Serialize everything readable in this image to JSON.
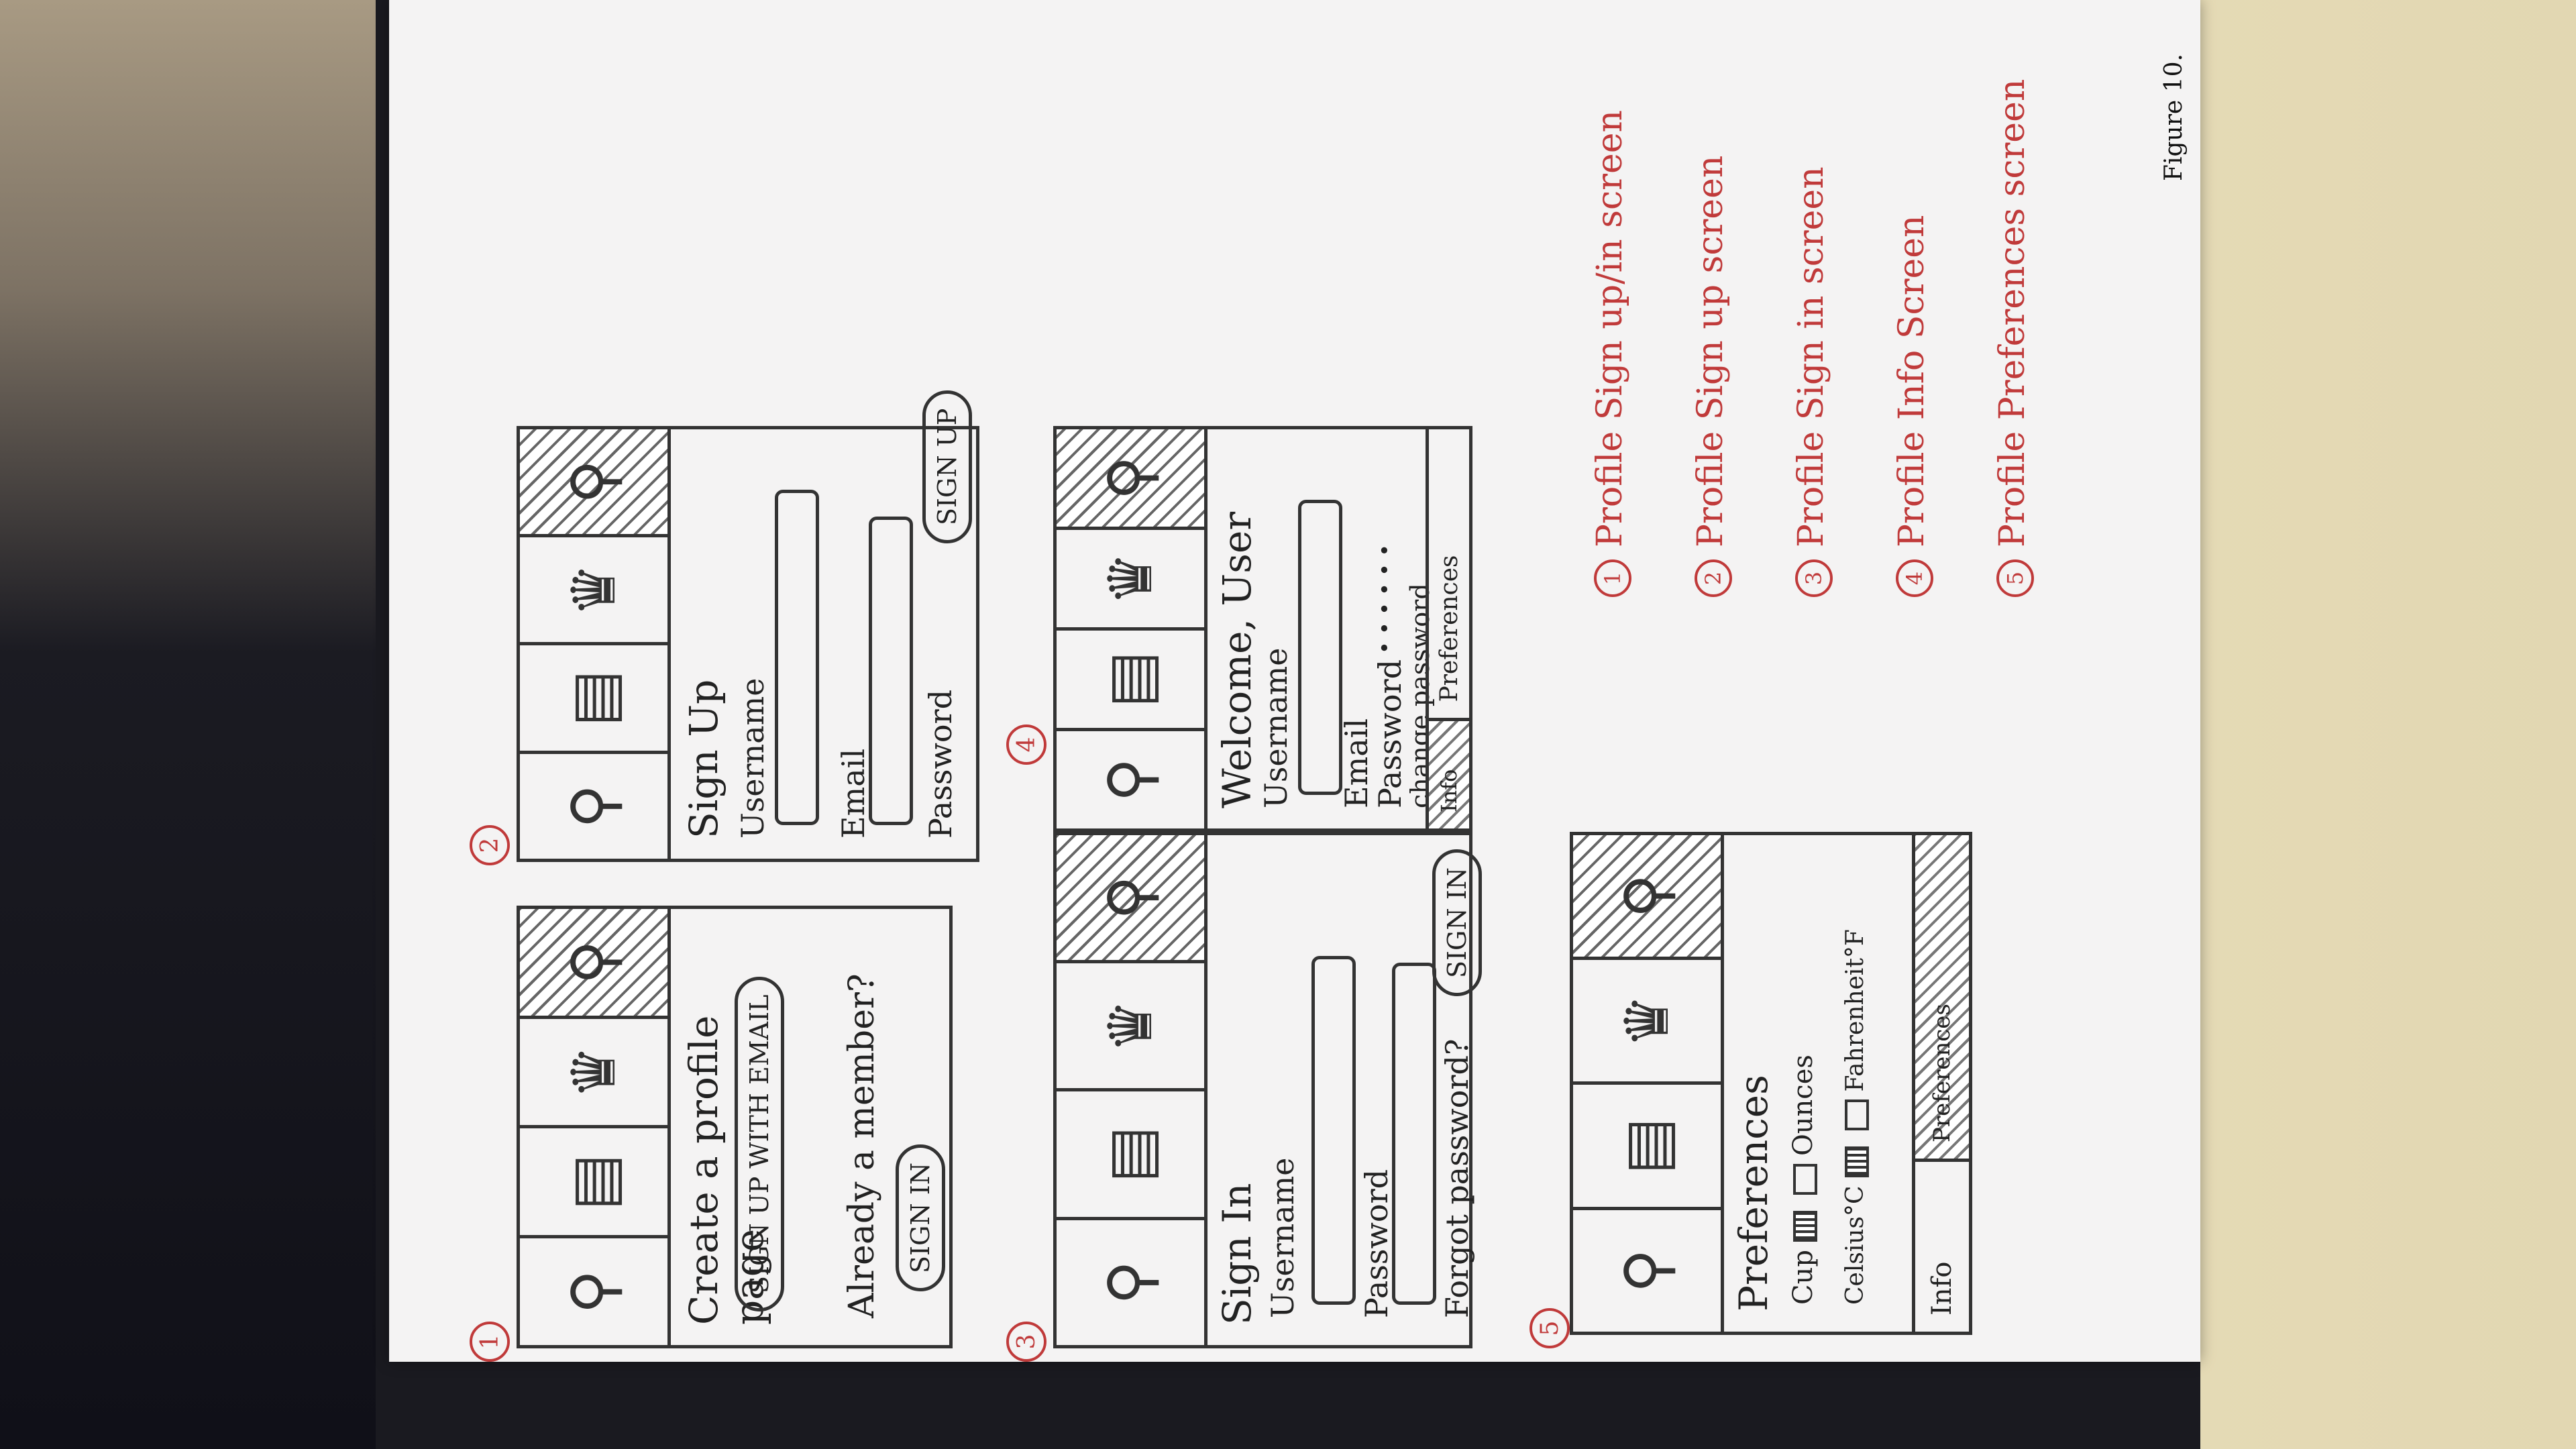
{
  "tabs": {
    "search": "⚲",
    "book": "▤",
    "chef": "♛",
    "profile": "⚲"
  },
  "screen1": {
    "number": "1",
    "title": "Create a profile page",
    "signup_button": "SIGN UP WITH EMAIL",
    "already_text": "Already a member?",
    "signin_button": "SIGN IN"
  },
  "screen2": {
    "number": "2",
    "title": "Sign Up",
    "username_label": "Username",
    "email_label": "Email",
    "password_label": "Password",
    "signup_button": "SIGN UP"
  },
  "screen3": {
    "number": "3",
    "title": "Sign In",
    "username_label": "Username",
    "password_label": "Password",
    "forgot_text": "Forgot password?",
    "signin_button": "SIGN IN"
  },
  "screen4": {
    "number": "4",
    "title": "Welcome, User",
    "username_label": "Username",
    "email_label": "Email",
    "password_label": "Password",
    "password_dots": "• • • • • •",
    "change_password": "change password",
    "info_tab": "Info",
    "preferences_tab": "Preferences"
  },
  "screen5": {
    "number": "5",
    "title": "Preferences",
    "row1_left": "Cup",
    "row1_right": "Ounces",
    "row2_left": "Celsius°C",
    "row2_right": "Fahrenheit°F",
    "info_tab": "Info",
    "preferences_tab": "Preferences"
  },
  "legend": [
    {
      "num": "1",
      "text": "Profile Sign up/in screen"
    },
    {
      "num": "2",
      "text": "Profile Sign up screen"
    },
    {
      "num": "3",
      "text": "Profile Sign in screen"
    },
    {
      "num": "4",
      "text": "Profile Info Screen"
    },
    {
      "num": "5",
      "text": "Profile Preferences screen"
    }
  ],
  "caption": "Figure 10."
}
